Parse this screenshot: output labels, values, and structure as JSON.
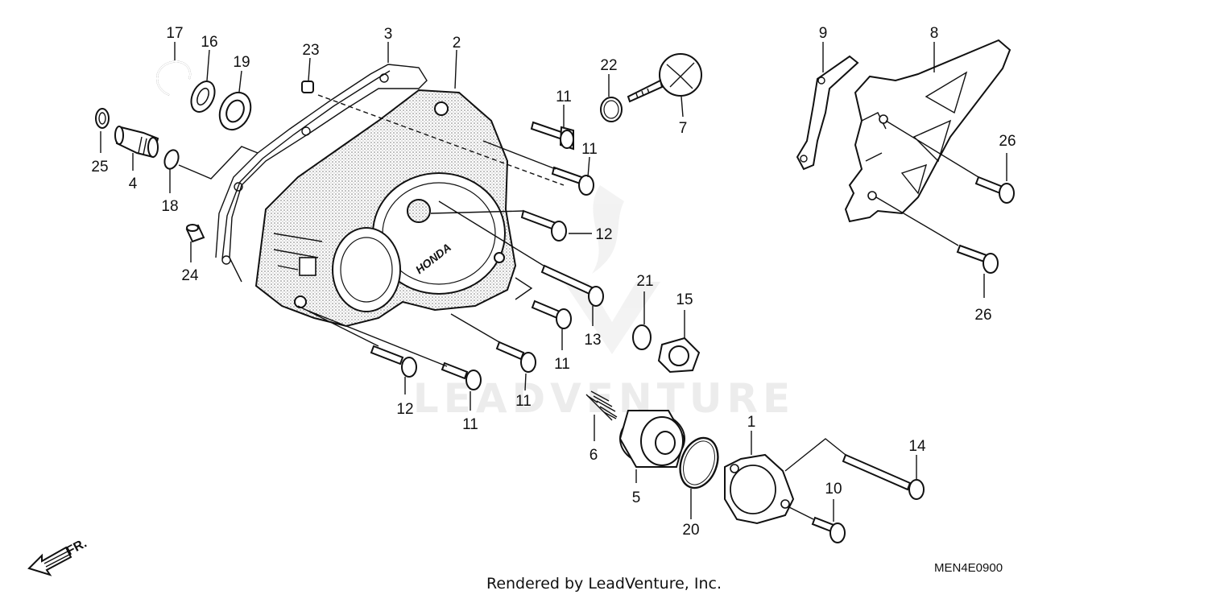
{
  "watermark": "LEADVENTURE",
  "footer": "Rendered by LeadVenture, Inc.",
  "diagram_code": "MEN4E0900",
  "front_marker": "FR.",
  "cover_marking": "HONDA",
  "part_labels": {
    "p17": "17",
    "p16": "16",
    "p19": "19",
    "p3": "3",
    "p23": "23",
    "p2": "2",
    "p25": "25",
    "p4": "4",
    "p18": "18",
    "p24": "24",
    "p22": "22",
    "p7": "7",
    "p11a": "11",
    "p11b": "11",
    "p12a": "12",
    "p13": "13",
    "p11c": "11",
    "p12b": "12",
    "p11d": "11",
    "p11e": "11",
    "p21": "21",
    "p15": "15",
    "p9": "9",
    "p8": "8",
    "p26a": "26",
    "p26b": "26",
    "p6": "6",
    "p5": "5",
    "p20": "20",
    "p1": "1",
    "p14": "14",
    "p10": "10"
  }
}
